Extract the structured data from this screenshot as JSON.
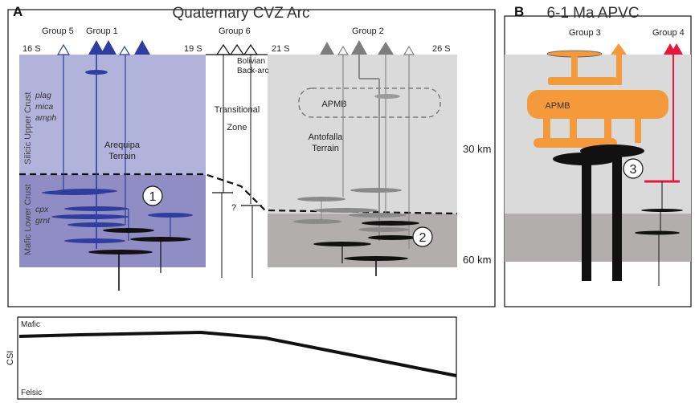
{
  "panel_a": {
    "letter": "A",
    "title": "Quaternary CVZ Arc",
    "latitudes": [
      "16 S",
      "19 S",
      "21 S",
      "26 S"
    ],
    "groups": {
      "g5": "Group 5",
      "g1": "Group 1",
      "g6": "Group 6",
      "g2": "Group 2"
    },
    "back_arc": [
      "Bolivian",
      "Back-arc"
    ],
    "crust_upper": "Silicic Upper Crust",
    "crust_lower": "Mafic Lower Crust",
    "minerals_upper": [
      "plag",
      "mica",
      "amph"
    ],
    "minerals_lower": [
      "cpx",
      "grnt"
    ],
    "terrain_1": [
      "Arequipa",
      "Terrain"
    ],
    "terrain_2": [
      "Antofalla",
      "Terrain"
    ],
    "transitional": [
      "Transitional",
      "Zone"
    ],
    "apmb": "APMB",
    "question": "?",
    "marker_1": "1",
    "marker_2": "2",
    "depth_30": "30 km",
    "depth_60": "60 km"
  },
  "csi": {
    "ylabel": "CSI",
    "top": "Mafic",
    "bottom": "Felsic"
  },
  "panel_b": {
    "letter": "B",
    "title": "6-1 Ma APVC",
    "groups": {
      "g3": "Group 3",
      "g4": "Group 4"
    },
    "apmb": "APMB",
    "marker_3": "3"
  },
  "colors": {
    "group1_blue": "#2e3d9e",
    "upper_crust_a": "#b1b3da",
    "lower_crust_a": "#8f8dc3",
    "upper_crust_b": "#dadada",
    "lower_crust_b": "#b3aeae",
    "group2_gray": "#8a8a8a",
    "group3_orange": "#f59a3a",
    "group4_red": "#e8173f"
  }
}
